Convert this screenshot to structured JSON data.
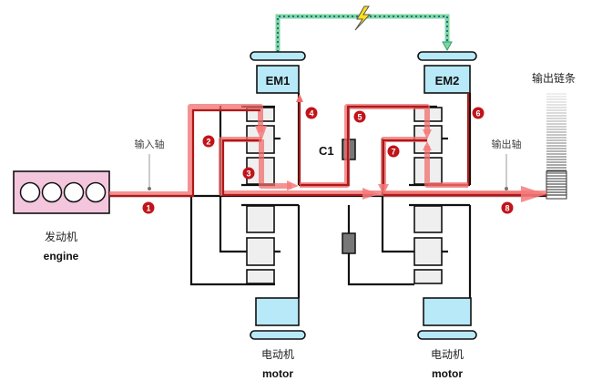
{
  "title": "Hybrid transmission power flow diagram",
  "labels": {
    "input_shaft": "输入轴",
    "output_shaft": "输出轴",
    "output_chain": "输出链条",
    "engine_cn": "发动机",
    "engine_en": "engine",
    "motor_left_cn": "电动机",
    "motor_left_en": "motor",
    "motor_right_cn": "电动机",
    "motor_right_en": "motor",
    "em1": "EM1",
    "em2": "EM2",
    "clutch": "C1"
  },
  "flow_steps": [
    "1",
    "2",
    "3",
    "4",
    "5",
    "6",
    "7",
    "8"
  ],
  "icons": {
    "electric_link": "lightning-bolt-icon"
  },
  "colors": {
    "power_flow": "#e53935",
    "power_flow_dark": "#b01818",
    "electric_link": "#2e9e6b",
    "electric_link_dots": "#1f6f8b",
    "motor_fill": "#b8e9f8",
    "engine_fill": "#f3c6dd",
    "gear_fill": "#efefef",
    "badge": "#c0141a",
    "bolt": "#ffe11a"
  }
}
